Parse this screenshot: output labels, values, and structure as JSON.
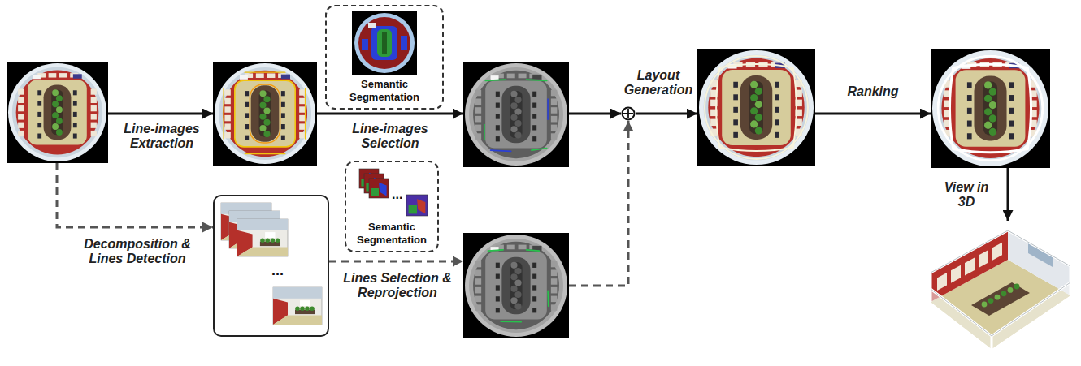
{
  "diagram": {
    "nodes": [
      {
        "text": []
      },
      {
        "text": []
      },
      {
        "text": [
          "Semantic Segmentation"
        ]
      },
      {
        "text": []
      },
      {
        "text": []
      },
      {
        "text": []
      },
      {
        "text": []
      },
      {
        "text": []
      },
      {
        "text": [
          "..."
        ]
      },
      {
        "text": [
          "...",
          "Semantic Segmentation"
        ]
      },
      {
        "text": []
      }
    ],
    "edges": [
      {
        "from": 0,
        "to": 1,
        "arrow": "to",
        "label": "Line-images Extraction"
      },
      {
        "from": 1,
        "to": 3,
        "arrow": "to",
        "label": "Line-images Selection"
      },
      {
        "from": 3,
        "to": 4,
        "arrow": "to"
      },
      {
        "from": 4,
        "to": 5,
        "arrow": "to",
        "label": "Layout Generation"
      },
      {
        "from": 5,
        "to": 6,
        "arrow": "to",
        "label": "Ranking"
      },
      {
        "from": 6,
        "to": 7,
        "arrow": "to",
        "label": "View in 3D"
      },
      {
        "from": 0,
        "to": 8,
        "arrow": "to",
        "label": "Decomposition & Lines Detection"
      },
      {
        "from": 8,
        "to": 10,
        "arrow": "to",
        "label": "Lines Selection & Reprojection"
      },
      {
        "from": 10,
        "to": 4,
        "arrow": "to"
      }
    ]
  }
}
